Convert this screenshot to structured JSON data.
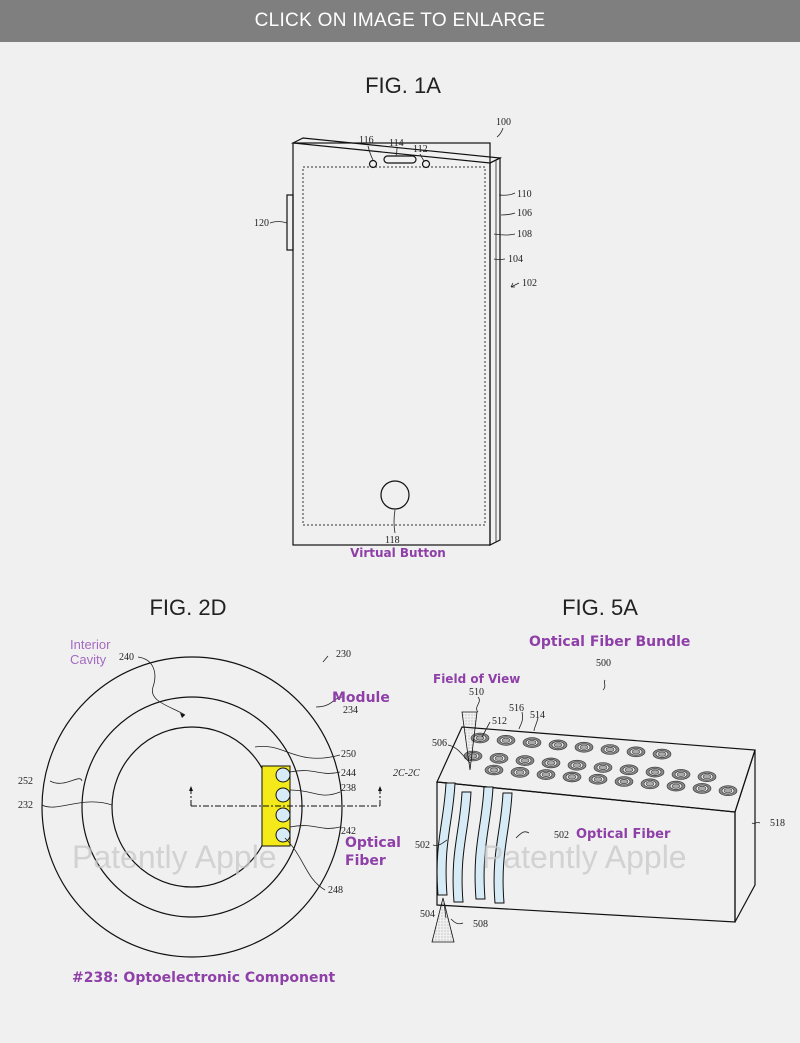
{
  "banner": {
    "label": "CLICK ON IMAGE TO ENLARGE"
  },
  "fig1a": {
    "title": "FIG. 1A",
    "refs": {
      "r100": "100",
      "r116": "116",
      "r114": "114",
      "r112": "112",
      "r110": "110",
      "r106": "106",
      "r108": "108",
      "r104": "104",
      "r102": "102",
      "r120": "120",
      "r118": "118"
    },
    "annotation": "Virtual Button"
  },
  "fig2d": {
    "title": "FIG. 2D",
    "interior_cavity": [
      "Interior",
      "Cavity"
    ],
    "module": "Module",
    "optical_fiber": [
      "Optical",
      "Fiber"
    ],
    "section": "2C-2C",
    "refs": {
      "r240": "240",
      "r230": "230",
      "r234": "234",
      "r250": "250",
      "r244": "244",
      "r238": "238",
      "r252": "252",
      "r232": "232",
      "r242": "242",
      "r248": "248"
    },
    "caption": "#238: Optoelectronic Component",
    "watermark": "Patently Apple"
  },
  "fig5a": {
    "title": "FIG. 5A",
    "bundle": "Optical Fiber Bundle",
    "field_of_view": "Field of View",
    "optical_fiber": "Optical Fiber",
    "refs": {
      "r500": "500",
      "r510": "510",
      "r512": "512",
      "r516": "516",
      "r514": "514",
      "r506": "506",
      "r502a": "502",
      "r502b": "502",
      "r504": "504",
      "r508": "508",
      "r518": "518"
    },
    "watermark": "Patently Apple"
  },
  "colors": {
    "annotation": "#8e3fa8",
    "module_fill": "#f4ea1a",
    "fiber_fill": "#d6ebf5",
    "banner": "#7f7f7f"
  }
}
